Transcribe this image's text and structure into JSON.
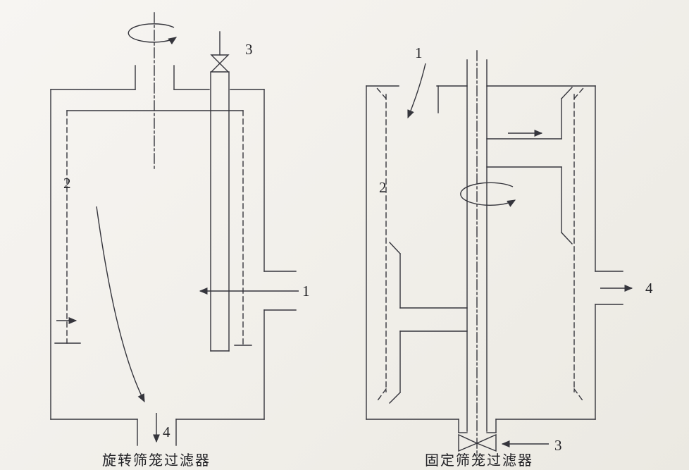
{
  "figure": {
    "paper_color": "#f2f0eb",
    "ink_color": "#35353c"
  },
  "left_diagram": {
    "caption": "旋转筛笼过滤器",
    "labels": {
      "inlet": "1",
      "screen": "2",
      "valve": "3",
      "outlet": "4"
    }
  },
  "right_diagram": {
    "caption": "固定筛笼过滤器",
    "labels": {
      "inlet": "1",
      "screen": "2",
      "valve": "3",
      "outlet": "4"
    }
  }
}
